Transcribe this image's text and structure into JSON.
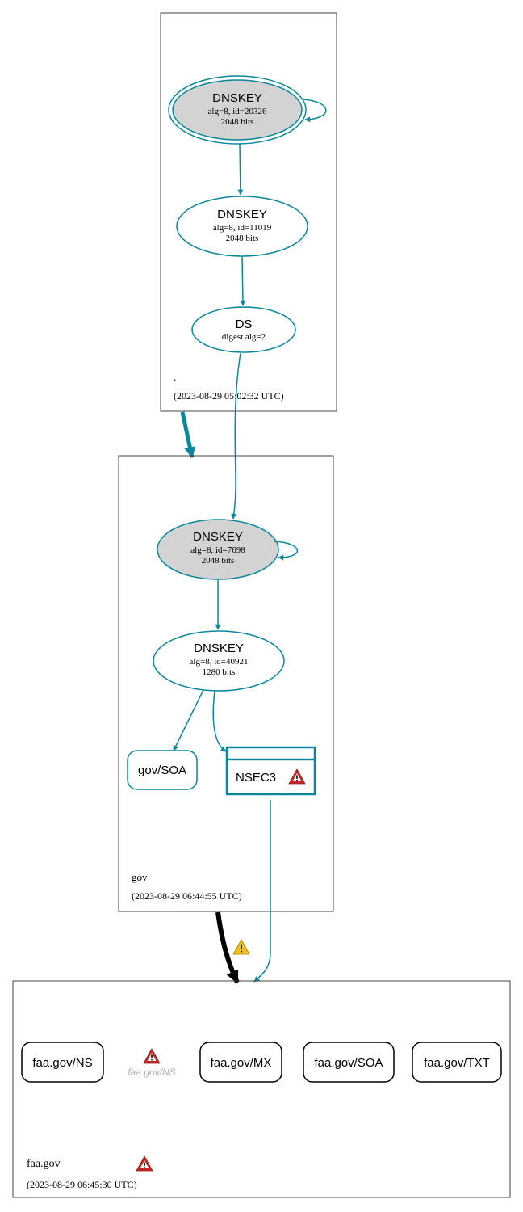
{
  "colors": {
    "edge": "#0a879a",
    "ksk_fill": "#d3d3d3",
    "zone_border": "#444444",
    "warn_red": "#c62828",
    "warn_yellow": "#f2c21b",
    "ghost_text": "#b0b0b0"
  },
  "zones": {
    "root": {
      "name": ".",
      "timestamp": "(2023-08-29 05:02:32 UTC)",
      "nodes": {
        "ksk": {
          "type": "DNSKEY",
          "line1": "alg=8, id=20326",
          "line2": "2048 bits"
        },
        "zsk": {
          "type": "DNSKEY",
          "line1": "alg=8, id=11019",
          "line2": "2048 bits"
        },
        "ds": {
          "type": "DS",
          "line1": "digest alg=2"
        }
      }
    },
    "gov": {
      "name": "gov",
      "timestamp": "(2023-08-29 06:44:55 UTC)",
      "nodes": {
        "ksk": {
          "type": "DNSKEY",
          "line1": "alg=8, id=7698",
          "line2": "2048 bits"
        },
        "zsk": {
          "type": "DNSKEY",
          "line1": "alg=8, id=40921",
          "line2": "1280 bits"
        },
        "soa": {
          "label": "gov/SOA"
        },
        "nsec3": {
          "label": "NSEC3",
          "icon": "warning-red-icon"
        }
      }
    },
    "faa": {
      "name": "faa.gov",
      "timestamp": "(2023-08-29 06:45:30 UTC)",
      "zone_icon": "warning-red-icon",
      "nodes": {
        "ns": {
          "label": "faa.gov/NS"
        },
        "ns_ghost": {
          "label": "faa.gov/NS",
          "icon": "warning-red-icon"
        },
        "mx": {
          "label": "faa.gov/MX"
        },
        "soa": {
          "label": "faa.gov/SOA"
        },
        "txt": {
          "label": "faa.gov/TXT"
        }
      }
    }
  },
  "delegation_warning_icon": "warning-yellow-icon"
}
